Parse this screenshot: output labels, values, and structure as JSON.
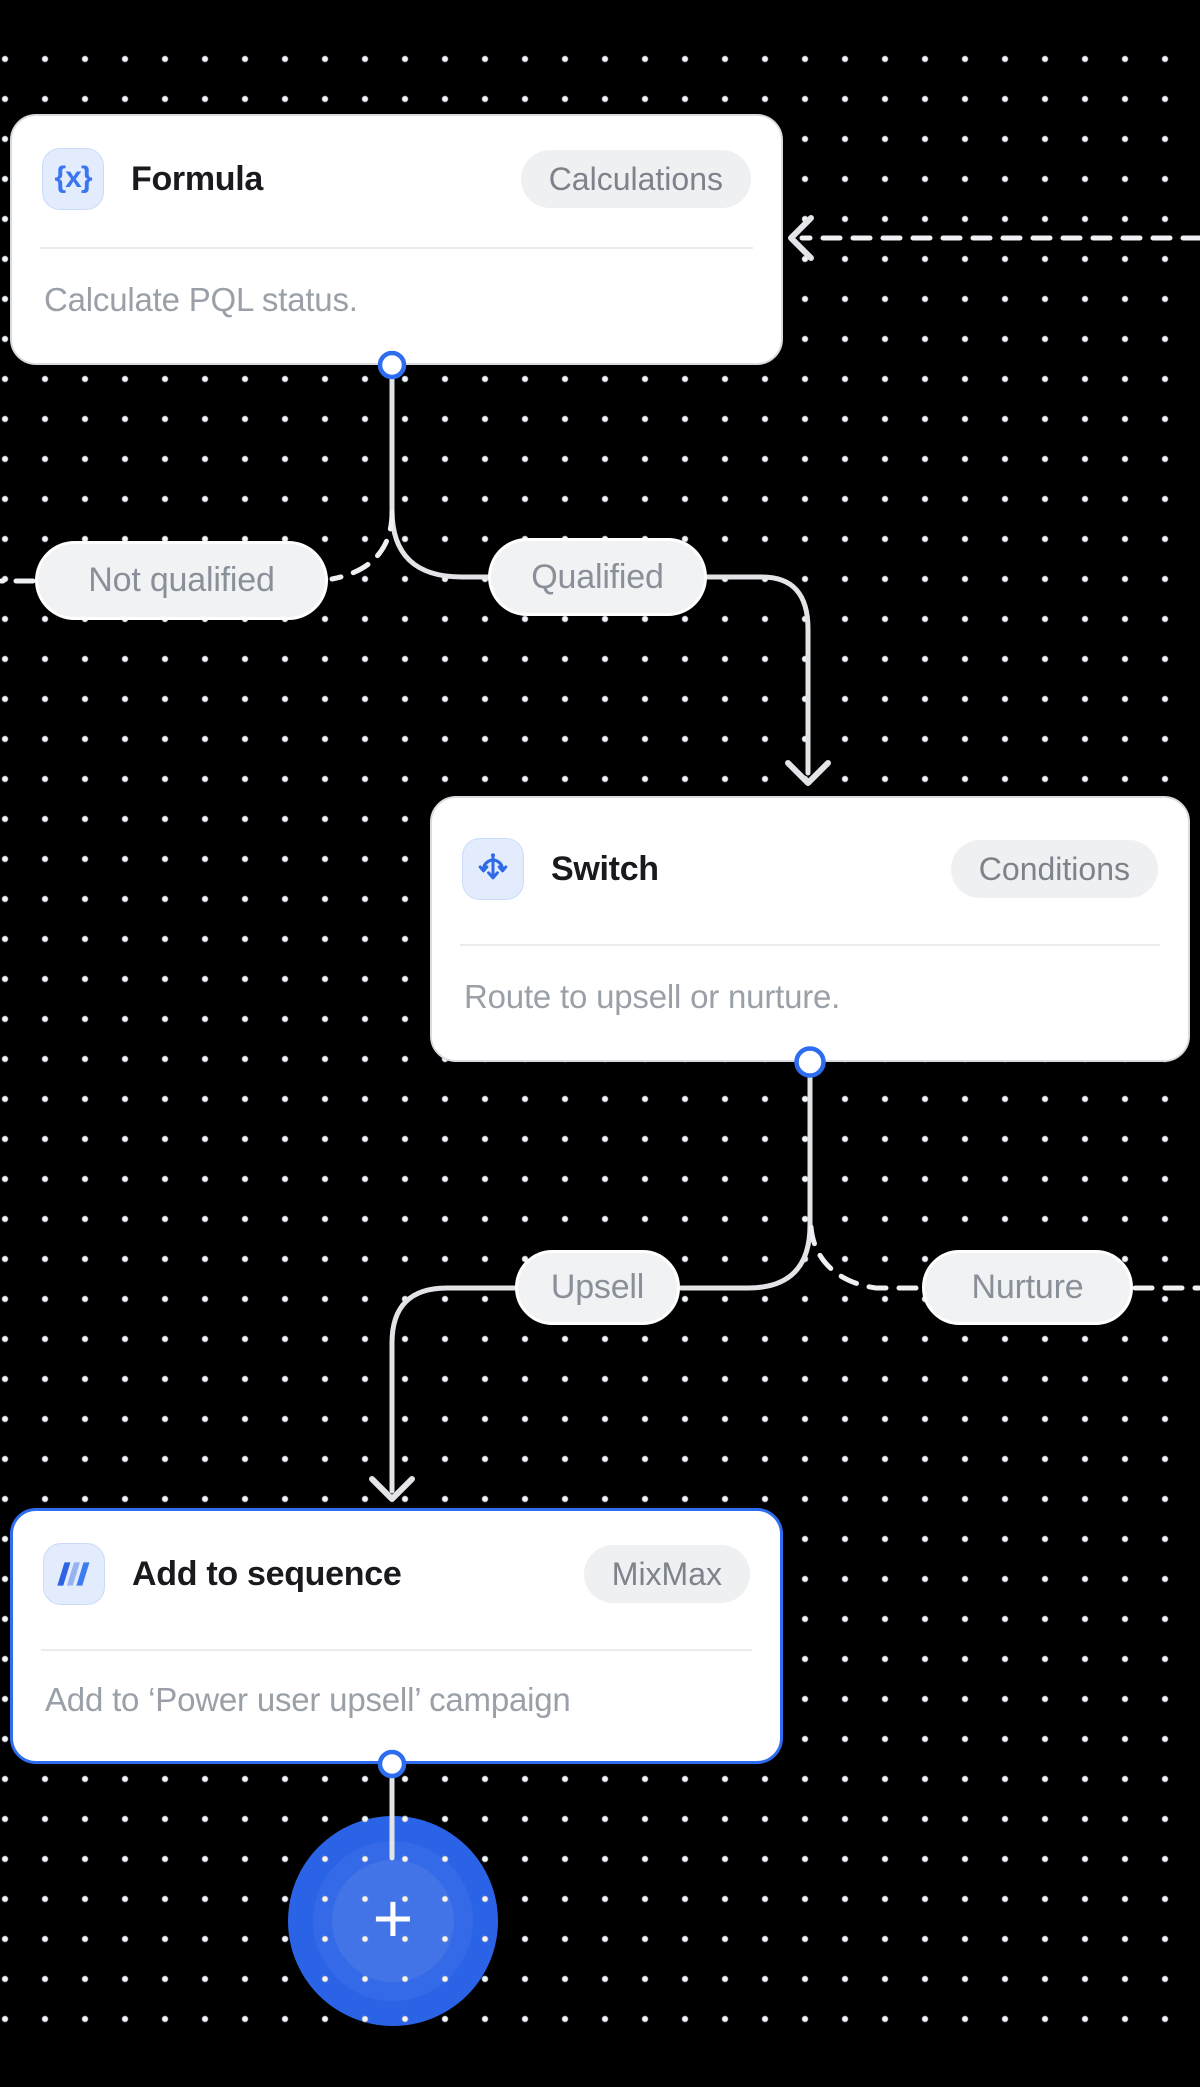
{
  "flow": {
    "nodes": [
      {
        "title": "Formula",
        "badge": "Calculations",
        "description": "Calculate PQL status.",
        "icon": "formula-braces-icon",
        "icon_glyph": "{x}",
        "selected": false
      },
      {
        "title": "Switch",
        "badge": "Conditions",
        "description": "Route to upsell or nurture.",
        "icon": "switch-split-icon",
        "selected": false
      },
      {
        "title": "Add to sequence",
        "badge": "MixMax",
        "description": "Add to ‘Power user upsell’ campaign",
        "icon": "mixmax-logo-icon",
        "selected": true
      }
    ],
    "edge_labels": [
      "Not qualified",
      "Qualified",
      "Upsell",
      "Nurture"
    ],
    "add_button_label": "+",
    "colors": {
      "canvas_bg": "#000000",
      "node_bg": "#ffffff",
      "accent_blue": "#2e6cf0",
      "icon_tile_bg": "#e2ecfc",
      "icon_blue": "#3a76f2",
      "badge_bg": "#eef0f2",
      "badge_text": "#7d828b",
      "title_text": "#191a1e",
      "description_text": "#9aa0a8",
      "pill_bg": "#f1f2f4",
      "pill_text": "#8a9099",
      "edge_solid": "#e2e4e8",
      "edge_dashed": "#eef0f3",
      "plus_button_bg": "#2a63e6",
      "mixmax_dark": "#2e63e2",
      "mixmax_light": "#97b3ef",
      "mixmax_mid": "#3f7bf0"
    }
  }
}
